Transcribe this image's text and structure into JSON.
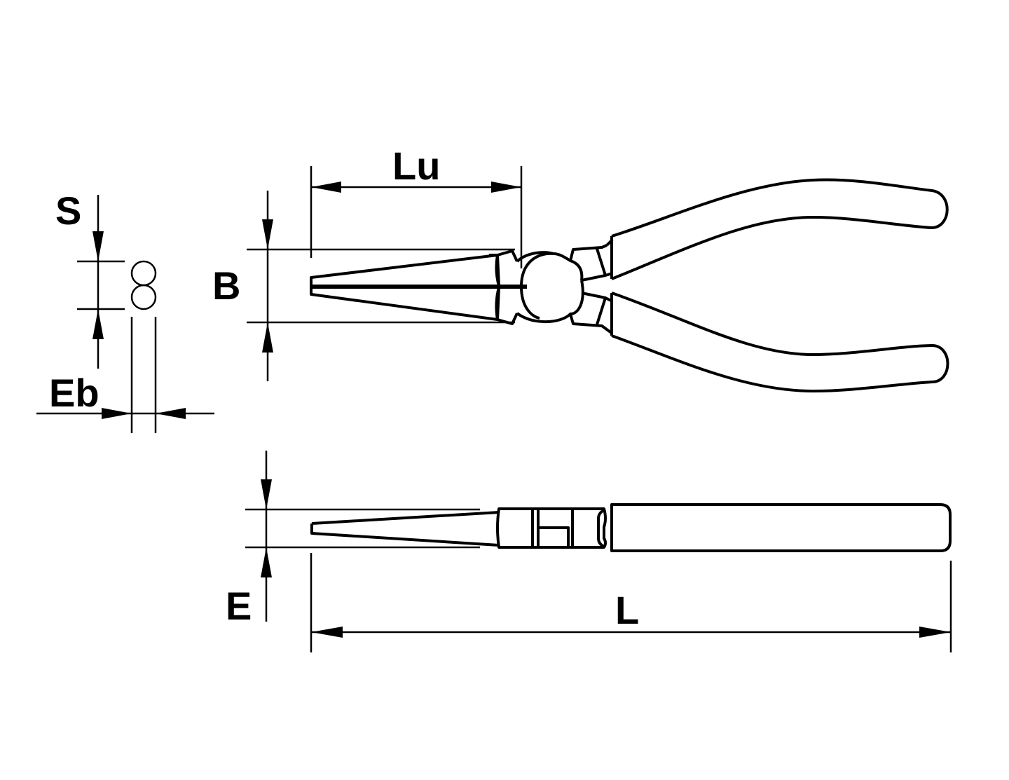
{
  "drawing": {
    "subject": "long nose pliers dimension drawing",
    "colors": {
      "line": "#000000",
      "background": "#ffffff"
    }
  },
  "dimensions": {
    "S": {
      "label": "S",
      "meaning": "tip cross-section height"
    },
    "Eb": {
      "label": "Eb",
      "meaning": "tip cross-section width"
    },
    "B": {
      "label": "B",
      "meaning": "head width (front view)"
    },
    "Lu": {
      "label": "Lu",
      "meaning": "jaw length"
    },
    "E": {
      "label": "E",
      "meaning": "head thickness (side view)"
    },
    "L": {
      "label": "L",
      "meaning": "overall length"
    }
  },
  "views": {
    "section": "tip cross-section (two circles)",
    "front": "front view with open handles",
    "side": "side view"
  }
}
